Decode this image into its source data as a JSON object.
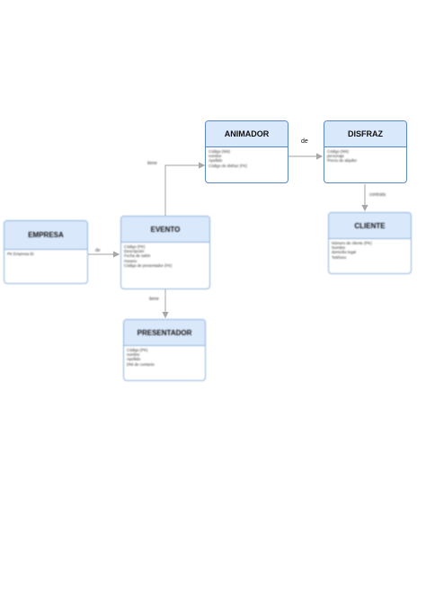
{
  "diagram": {
    "entities": {
      "animador": {
        "name": "ANIMADOR",
        "attributes": [
          "Código (NN)",
          "nombre",
          "Apellido",
          "Código de disfraz (FK)"
        ]
      },
      "disfraz": {
        "name": "DISFRAZ",
        "attributes": [
          "Código (NN)",
          "personaje",
          "Precio de alquiler"
        ]
      },
      "cliente": {
        "name": "CLIENTE",
        "attributes": [
          "Número de cliente (PK)",
          "Nombre",
          "domicilio legal",
          "Teléfono"
        ]
      },
      "empresa": {
        "name": "EMPRESA",
        "attributes": [
          "PK Empresa ID"
        ]
      },
      "evento": {
        "name": "EVENTO",
        "attributes": [
          "Código (PK)",
          "Descripción",
          "Fecha de salón",
          "Horario",
          "Código de presentador (FK)"
        ]
      },
      "presentador": {
        "name": "PRESENTADOR",
        "attributes": [
          "Código (PK)",
          "nombre",
          "Apellido",
          "DNI de contacto"
        ]
      }
    },
    "relationships": {
      "animador_disfraz": "de",
      "evento_animador": "tiene",
      "disfraz_cliente": "contrata",
      "empresa_evento": "de",
      "evento_presentador": "tiene"
    },
    "colors": {
      "header_fill": "#dae8fc",
      "border": "#8fb1dc",
      "connector": "#b3b3b3"
    }
  }
}
